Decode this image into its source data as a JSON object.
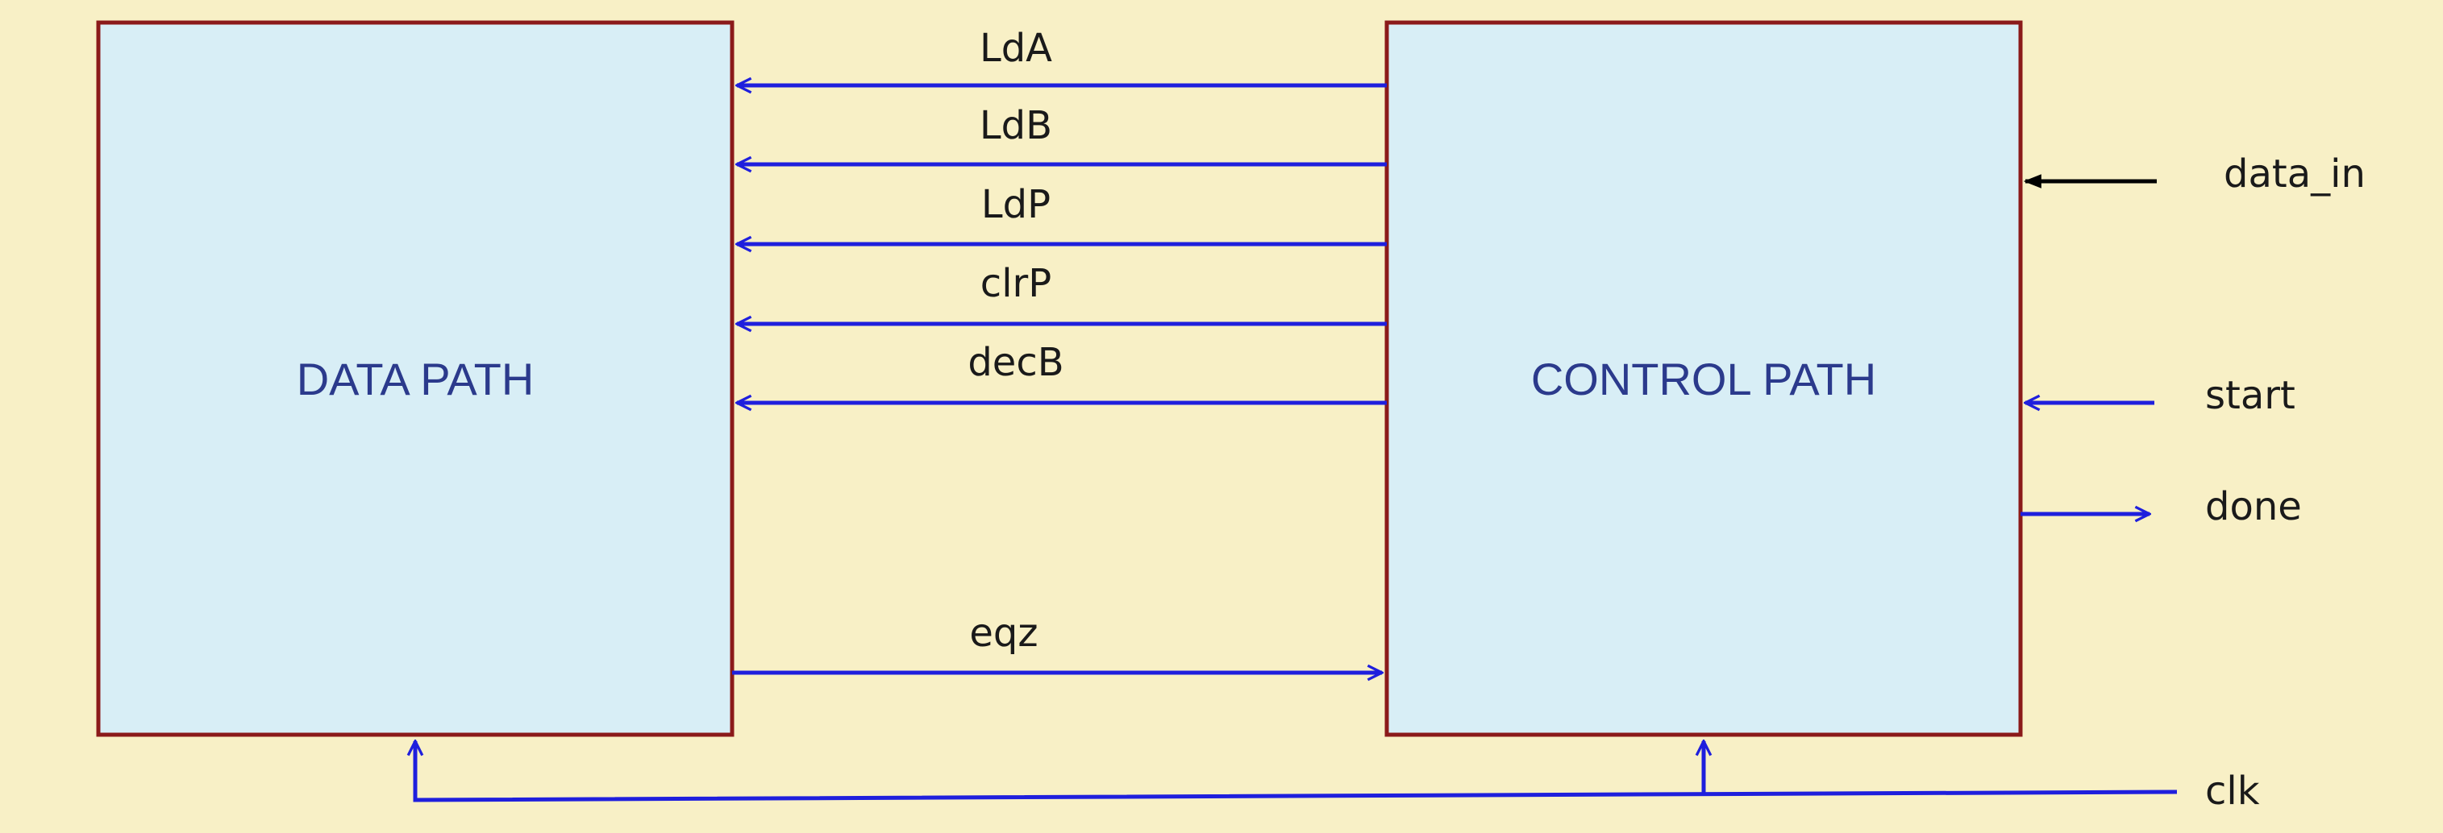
{
  "blocks": {
    "datapath": {
      "label": "DATA PATH"
    },
    "controlpath": {
      "label": "CONTROL PATH"
    }
  },
  "signals": {
    "control_to_data": [
      "LdA",
      "LdB",
      "LdP",
      "clrP",
      "decB"
    ],
    "data_to_control": "eqz",
    "data_in": "data_in",
    "start": "start",
    "done": "done",
    "clk": "clk"
  },
  "colors": {
    "background": "#f8f0c6",
    "block_fill": "#d8eef6",
    "block_border": "#8b1a1a",
    "wire": "#1f1fdd",
    "data_in_wire": "#000000",
    "block_text": "#2b3a8c"
  }
}
